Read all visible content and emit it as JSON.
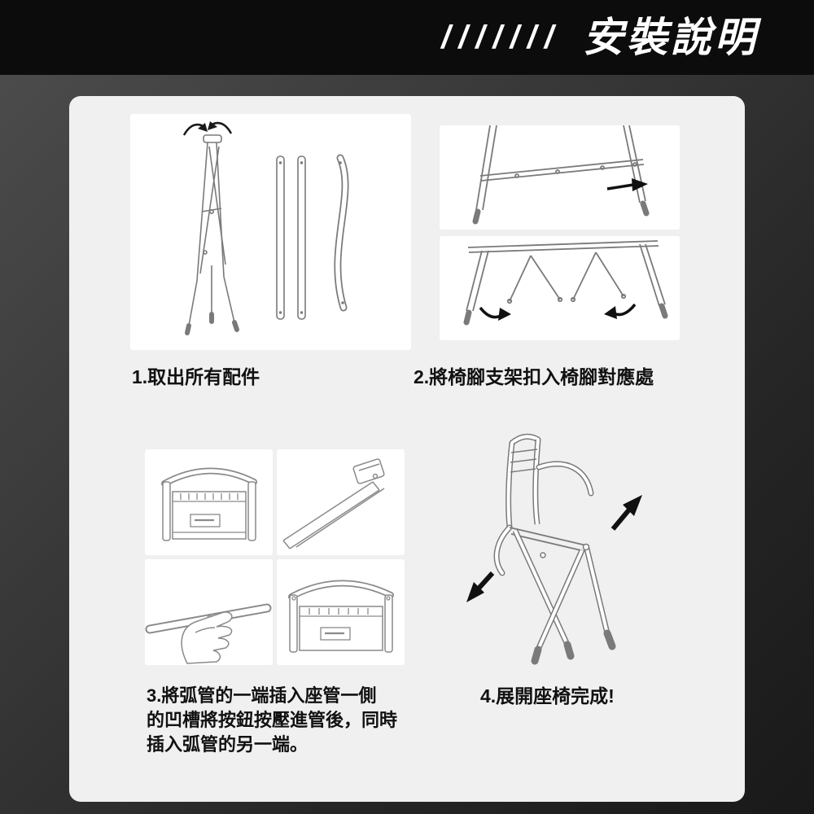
{
  "header": {
    "slashes": "///////",
    "title": "安裝說明"
  },
  "steps": [
    {
      "caption": "1.取出所有配件"
    },
    {
      "caption": "2.將椅腳支架扣入椅腳對應處"
    },
    {
      "lines": [
        "3.將弧管的一端插入座管一側",
        "的凹槽將按鈕按壓進管後，同時",
        "插入弧管的另一端。"
      ]
    },
    {
      "caption": "4.展開座椅完成!"
    }
  ],
  "colors": {
    "header_band": "#0c0c0c",
    "page_background": "#333333",
    "card_background": "#f0f0f0",
    "panel_background": "#ffffff",
    "line_art": "#7a7a7a",
    "caption_text": "#111111",
    "title_text": "#ffffff",
    "arrow_black": "#111111"
  }
}
